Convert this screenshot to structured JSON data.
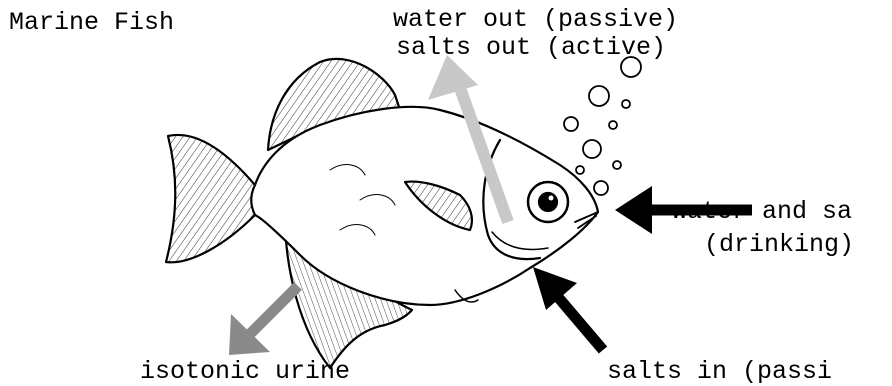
{
  "title": "Marine Fish",
  "labels": {
    "top_line1": "water out (passive)",
    "top_line2": "salts out (active)",
    "right_line1": "water and sa",
    "right_line2": "(drinking)",
    "bottom_right": "salts in (passi",
    "bottom_left": "isotonic urine"
  },
  "colors": {
    "arrow_light": "#c8c8c8",
    "arrow_mid": "#8a8a8a",
    "arrow_dark": "#000000",
    "fish_outline": "#000000"
  },
  "icons": [
    "fish-illustration",
    "bubbles",
    "arrow-up-light",
    "arrow-left-black",
    "arrow-upleft-black",
    "arrow-downleft-gray"
  ]
}
